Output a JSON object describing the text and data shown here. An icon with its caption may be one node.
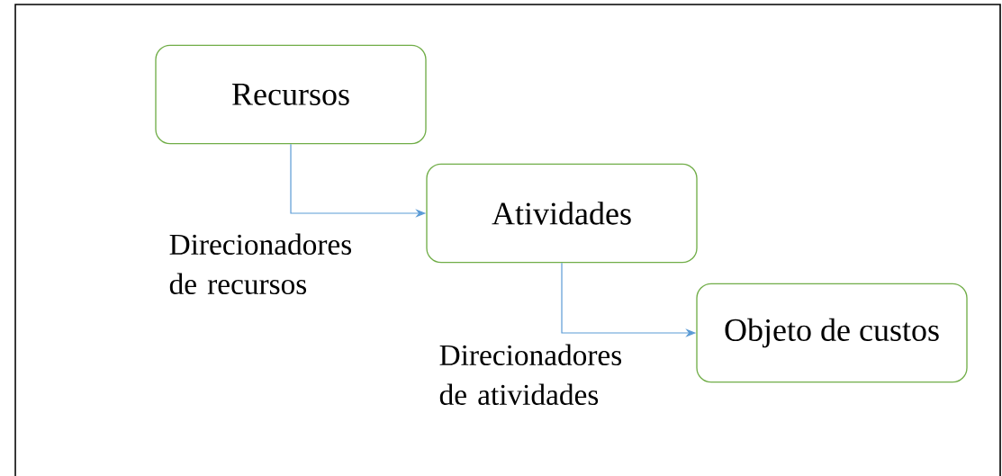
{
  "diagram": {
    "nodes": [
      {
        "text": [
          "Recursos"
        ]
      },
      {
        "text": [
          "Atividades"
        ]
      },
      {
        "text": [
          "Objeto de custos"
        ]
      }
    ],
    "edges": [
      {
        "from": 0,
        "to": 1,
        "arrow": "to",
        "label": "Direcionadores de recursos"
      },
      {
        "from": 1,
        "to": 2,
        "arrow": "to",
        "label": "Direcionadores de atividades"
      }
    ]
  }
}
